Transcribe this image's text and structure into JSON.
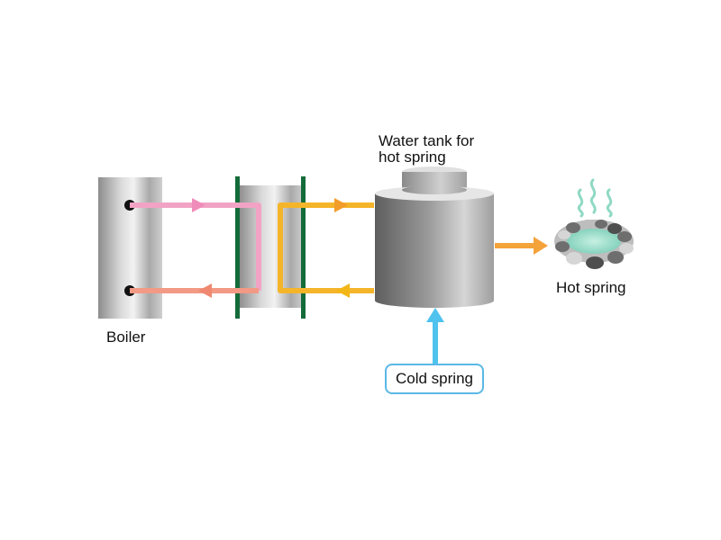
{
  "labels": {
    "tank_line1": "Water tank for",
    "tank_line2": "hot spring",
    "boiler": "Boiler",
    "hot_spring": "Hot spring",
    "cold_spring": "Cold spring"
  },
  "colors": {
    "boiler_loop_supply": "#f2a3c5",
    "boiler_loop_return": "#f29a85",
    "tank_loop": "#f5b52a",
    "hot_outflow": "#f4a23a",
    "cold_inflow": "#4fc3ee",
    "exchanger_plate": "#146b3a",
    "pool_water": "#a8e3d2",
    "steam": "#8fd9c4"
  }
}
